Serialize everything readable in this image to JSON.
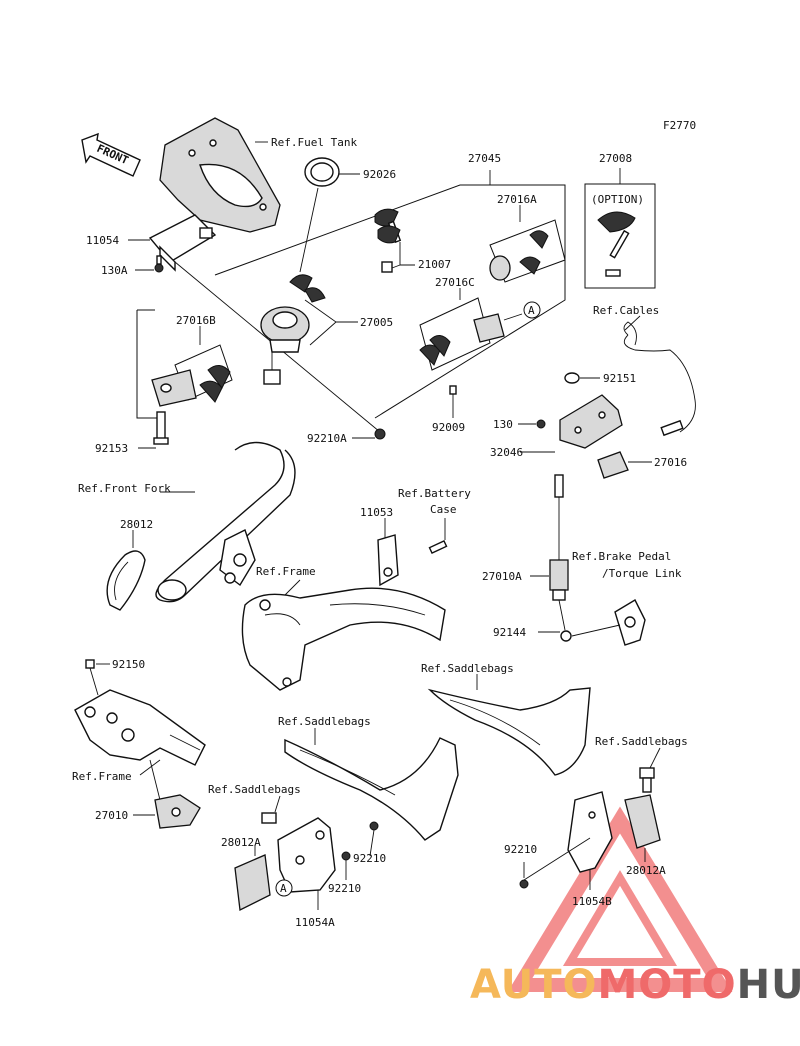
{
  "figure_code": "F2770",
  "front_label": "FRONT",
  "callout_a": "A",
  "option_label": "(OPTION)",
  "labels": {
    "ref_fuel_tank": "Ref.Fuel Tank",
    "p11054": "11054",
    "p130a": "130A",
    "p92026": "92026",
    "p27045": "27045",
    "p27016a": "27016A",
    "p21007": "21007",
    "p27016c": "27016C",
    "p27005": "27005",
    "p27016b": "27016B",
    "p92153": "92153",
    "p92210a": "92210A",
    "p92009": "92009",
    "p27008": "27008",
    "ref_cables": "Ref.Cables",
    "p92151": "92151",
    "p130": "130",
    "p32046": "32046",
    "p27016": "27016",
    "ref_front_fork": "Ref.Front Fork",
    "p28012": "28012",
    "ref_battery_case_1": "Ref.Battery",
    "ref_battery_case_2": "Case",
    "p11053": "11053",
    "ref_frame_1": "Ref.Frame",
    "p27010a": "27010A",
    "ref_brake_pedal_1": "Ref.Brake Pedal",
    "ref_brake_pedal_2": "/Torque Link",
    "p92144": "92144",
    "p92150": "92150",
    "ref_saddlebags_1": "Ref.Saddlebags",
    "ref_saddlebags_2": "Ref.Saddlebags",
    "ref_saddlebags_3": "Ref.Saddlebags",
    "ref_saddlebags_4": "Ref.Saddlebags",
    "ref_frame_2": "Ref.Frame",
    "p27010": "27010",
    "p28012a_1": "28012A",
    "p92210_1": "92210",
    "p92210_2": "92210",
    "p11054a": "11054A",
    "p92210_3": "92210",
    "p28012a_2": "28012A",
    "p11054b": "11054B"
  },
  "watermark": {
    "part1": "AUTO",
    "part2": "MOTO",
    "part3": "HUB",
    "colors": {
      "orange": "#f5b85a",
      "red": "#ef6a6a",
      "gray": "#555555"
    }
  }
}
